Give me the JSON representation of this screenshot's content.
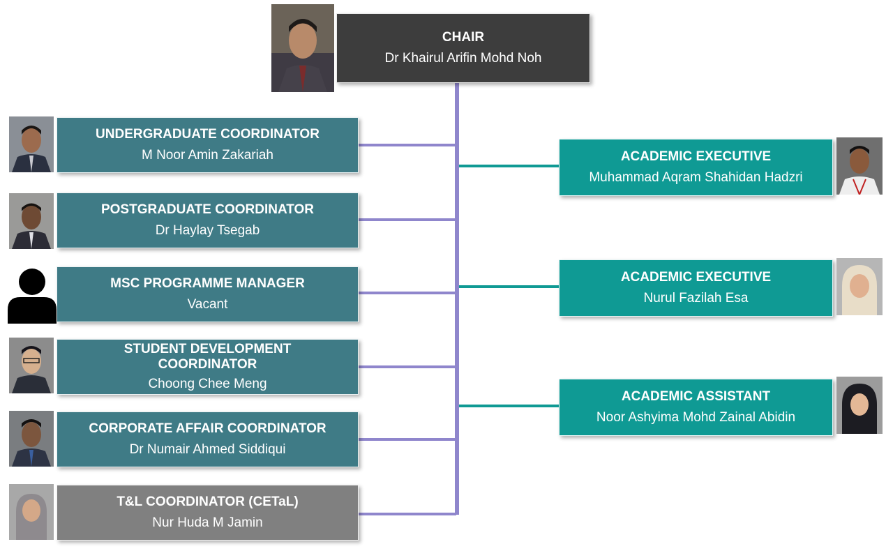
{
  "chair": {
    "title": "CHAIR",
    "name": "Dr Khairul Arifin Mohd Noh"
  },
  "left": [
    {
      "title": "UNDERGRADUATE  COORDINATOR",
      "name": "M Noor Amin Zakariah"
    },
    {
      "title": "POSTGRADUATE COORDINATOR",
      "name": "Dr Haylay Tsegab"
    },
    {
      "title": "MSC PROGRAMME MANAGER",
      "name": "Vacant"
    },
    {
      "title": "STUDENT DEVELOPMENT COORDINATOR",
      "name": "Choong Chee Meng"
    },
    {
      "title": "CORPORATE AFFAIR COORDINATOR",
      "name": "Dr Numair  Ahmed  Siddiqui"
    },
    {
      "title": "T&L COORDINATOR  (CETaL)",
      "name": "Nur Huda  M Jamin"
    }
  ],
  "right": [
    {
      "title": "ACADEMIC EXECUTIVE",
      "name": "Muhammad  Aqram  Shahidan Hadzri"
    },
    {
      "title": "ACADEMIC EXECUTIVE",
      "name": "Nurul  Fazilah Esa"
    },
    {
      "title": "ACADEMIC ASSISTANT",
      "name": "Noor Ashyima Mohd  Zainal Abidin"
    }
  ],
  "colors": {
    "chair": "#3d3d3d",
    "coordinator": "#3f7b86",
    "executive": "#0f9a94",
    "tl": "#808080",
    "connector_left": "#8f86cc",
    "connector_right": "#0f9a94"
  },
  "icons": {
    "vacant": "person-silhouette-icon"
  }
}
